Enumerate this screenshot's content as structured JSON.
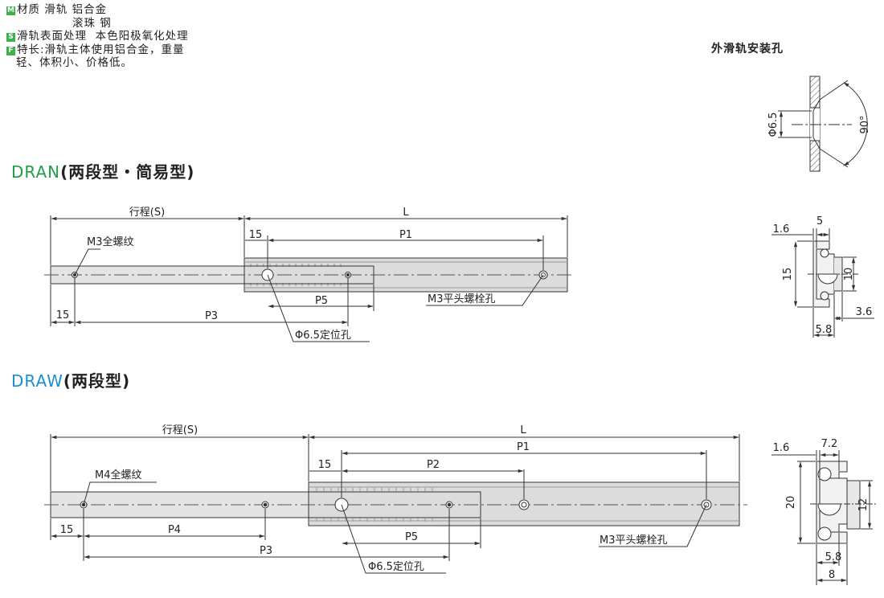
{
  "specs": {
    "material": {
      "label": "材质",
      "rail_label": "滑轨",
      "rail_value": "铝合金",
      "ball_label": "滚珠",
      "ball_value": "钢"
    },
    "surface": {
      "label": "滑轨表面处理",
      "value": "本色阳极氧化处理"
    },
    "feature": {
      "line1": "特长:滑轨主体使用铝合金，重量",
      "line2": "轻、体积小、价格低。"
    },
    "badges": {
      "m": "M",
      "s": "S",
      "f": "F"
    }
  },
  "colors": {
    "badge_m": "#3cb34a",
    "badge_s": "#3cb34a",
    "badge_f": "#3cb34a",
    "title_dran": "#1e9e4a",
    "title_draw": "#1a8fd0",
    "rail": "#dedede",
    "line": "#333333"
  },
  "mount_hole": {
    "title": "外滑轨安装孔",
    "dia": "Φ6.5",
    "angle": "90°"
  },
  "dran": {
    "model": "DRAN",
    "subtitle": "(两段型・简易型)",
    "dims": {
      "stroke": "行程(S)",
      "L": "L",
      "d15a": "15",
      "P1": "P1",
      "P3": "P3",
      "P5": "P5",
      "d15b": "15"
    },
    "callouts": {
      "thread": "M3全螺纹",
      "bolt": "M3平头螺栓孔",
      "locate": "Φ6.5定位孔"
    },
    "section": {
      "d1_6": "1.6",
      "d5": "5",
      "d15": "15",
      "d10": "10",
      "d3_6": "3.6",
      "d5_8": "5.8"
    }
  },
  "draw": {
    "model": "DRAW",
    "subtitle": "(两段型)",
    "dims": {
      "stroke": "行程(S)",
      "L": "L",
      "d15a": "15",
      "P1": "P1",
      "P2": "P2",
      "P3": "P3",
      "P4": "P4",
      "P5": "P5",
      "d15b": "15"
    },
    "callouts": {
      "thread": "M4全螺纹",
      "bolt": "M3平头螺栓孔",
      "locate": "Φ6.5定位孔"
    },
    "section": {
      "d1_6": "1.6",
      "d7_2": "7.2",
      "d20": "20",
      "d12": "12",
      "d5_8": "5.8",
      "d8": "8"
    }
  }
}
